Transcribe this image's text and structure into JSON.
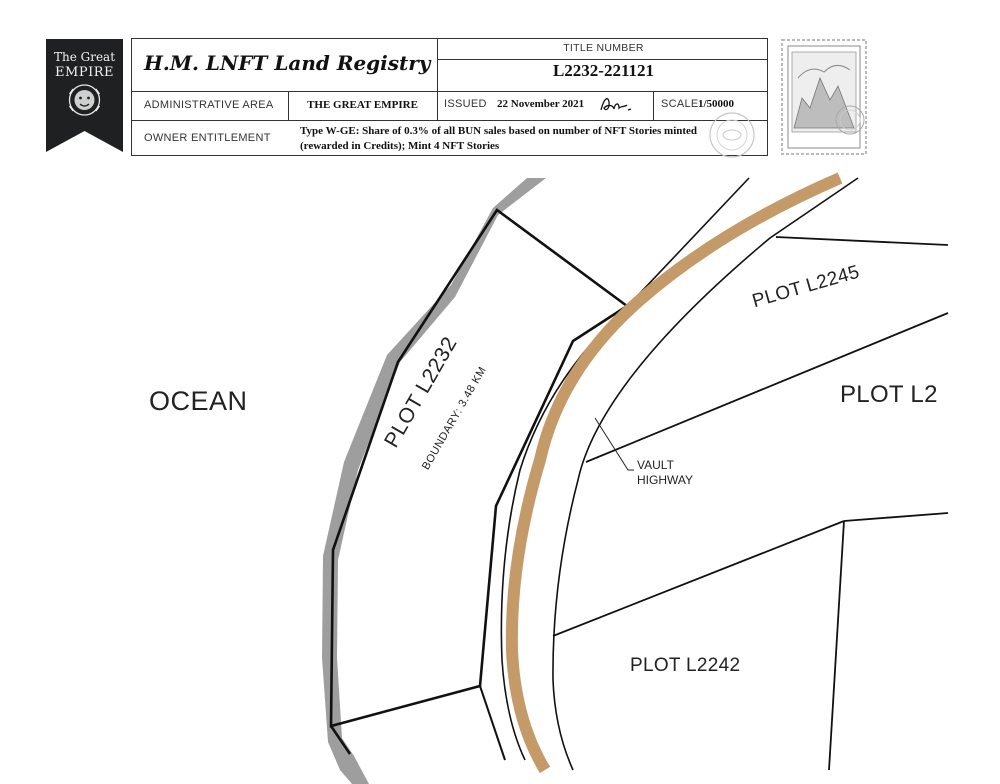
{
  "banner": {
    "top_text": "The Great",
    "bottom_text": "EMPIRE"
  },
  "header": {
    "registry_title": "H.M. LNFT Land Registry",
    "title_number_label": "TITLE NUMBER",
    "title_number": "L2232-221121",
    "admin_area_label": "ADMINISTRATIVE AREA",
    "admin_area_value": "THE GREAT EMPIRE",
    "issued_label": "ISSUED",
    "issued_value": "22 November 2021",
    "scale_label": "SCALE",
    "scale_value": "1/50000",
    "owner_label": "OWNER ENTITLEMENT",
    "owner_line1": "Type W-GE: Share of 0.3% of all BUN sales based on number of NFT Stories minted",
    "owner_line2": "(rewarded in Credits); Mint 4 NFT Stories"
  },
  "map": {
    "ocean": "OCEAN",
    "plot_main": "PLOT L2232",
    "boundary": "BOUNDARY: 3.48 KM",
    "plot_l2245": "PLOT L2245",
    "plot_partial": "PLOT L2",
    "plot_l2242": "PLOT L2242",
    "highway_line1": "VAULT",
    "highway_line2": "HIGHWAY"
  },
  "colors": {
    "highway": "#c49a68",
    "coast": "#9a9a9a",
    "banner": "#1f2021"
  }
}
